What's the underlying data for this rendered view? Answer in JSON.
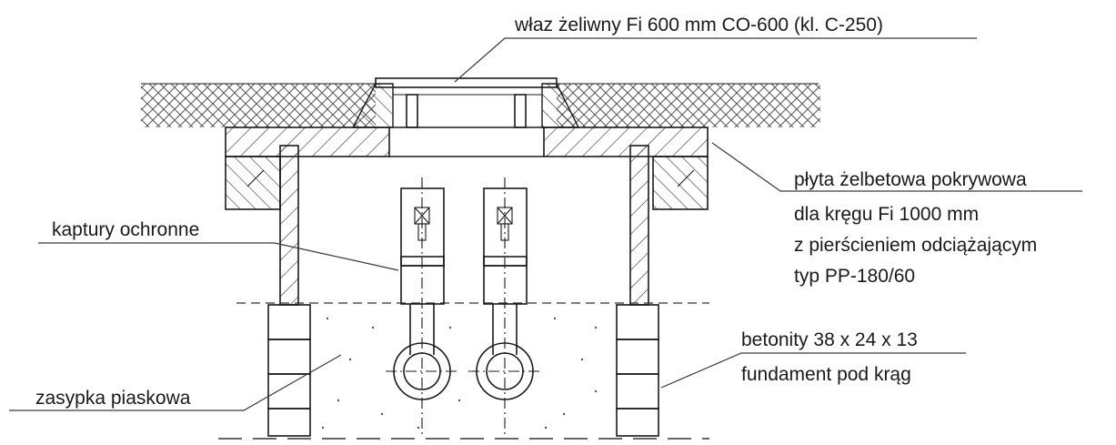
{
  "labels": {
    "manhole_cover": "właz żeliwny Fi 600 mm CO-600 (kl. C-250)",
    "slab_line1": "płyta żelbetowa pokrywowa",
    "slab_line2": "dla kręgu Fi 1000 mm",
    "slab_line3": "z pierścieniem odciążającym",
    "slab_line4": "typ PP-180/60",
    "protective_caps": "kaptury ochronne",
    "blocks_line1": "betonity 38 x 24 x 13",
    "blocks_line2": "fundament pod krąg",
    "sand_backfill": "zasypka piaskowa"
  }
}
